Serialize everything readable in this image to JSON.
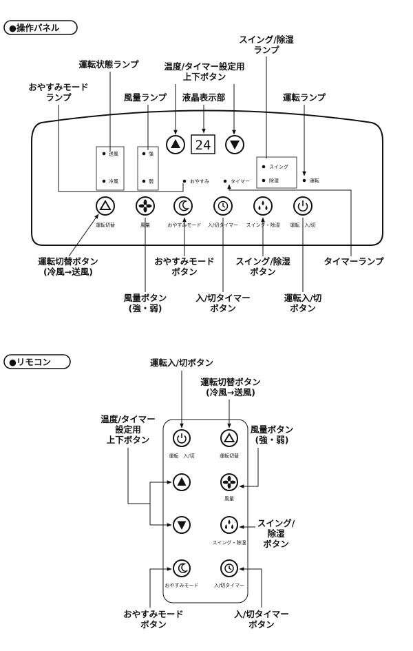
{
  "sections": {
    "panel": "●操作パネル",
    "remote": "●リモコン"
  },
  "panel": {
    "callouts": {
      "status_lamp": "運転状態ランプ",
      "updown_1": "温度/タイマー設定用",
      "updown_2": "上下ボタン",
      "swing_1": "スイング/除湿",
      "swing_2": "ランプ",
      "sleep_lamp_1": "おやすみモード",
      "sleep_lamp_2": "ランプ",
      "fan_lamp": "風量ランプ",
      "display": "液晶表示部",
      "run_lamp": "運転ランプ",
      "mode_btn_1": "運転切替ボタン",
      "mode_btn_2": "(冷風→送風)",
      "sleep_btn_1": "おやすみモード",
      "sleep_btn_2": "ボタン",
      "swing_btn_1": "スイング/除湿",
      "swing_btn_2": "ボタン",
      "timer_lamp": "タイマーランプ",
      "fan_btn_1": "風量ボタン",
      "fan_btn_2": "(強・弱)",
      "timer_btn_1": "入/切タイマー",
      "timer_btn_2": "ボタン",
      "power_btn_1": "運転入/切",
      "power_btn_2": "ボタン"
    },
    "display_value": "24",
    "lamps": {
      "send_wind": "送風",
      "cool_wind": "冷風",
      "strong": "強",
      "weak": "弱",
      "swing": "スイング",
      "dehumid": "除湿",
      "run": "運転",
      "sleep": "おやすみ",
      "timer": "タイマー"
    },
    "buttons": {
      "mode": "運転切替",
      "fan": "風量",
      "sleep": "おやすみモード",
      "timer": "入/切タイマー",
      "swing": "スイング・除湿",
      "power": "運転　入/切"
    }
  },
  "remote": {
    "callouts": {
      "power_btn": "運転入/切ボタン",
      "mode_btn_1": "運転切替ボタン",
      "mode_btn_2": "(冷風→送風)",
      "updown_1": "温度/タイマー",
      "updown_2": "設定用",
      "updown_3": "上下ボタン",
      "fan_btn_1": "風量ボタン",
      "fan_btn_2": "(強・弱)",
      "swing_1": "スイング/",
      "swing_2": "除湿",
      "swing_3": "ボタン",
      "sleep_btn_1": "おやすみモード",
      "sleep_btn_2": "ボタン",
      "timer_btn_1": "入/切タイマー",
      "timer_btn_2": "ボタン"
    },
    "buttons": {
      "power": "運転　入/切",
      "mode": "運転切替",
      "fan": "風量",
      "swing": "スイング・除湿",
      "sleep": "おやすみモード",
      "timer": "入/切タイマー"
    }
  },
  "icons": [
    "triangle-up-icon",
    "fan-icon",
    "sleep-moon-icon",
    "timer-icon",
    "droplets-icon",
    "power-icon",
    "arrow-up-icon",
    "arrow-down-icon"
  ]
}
